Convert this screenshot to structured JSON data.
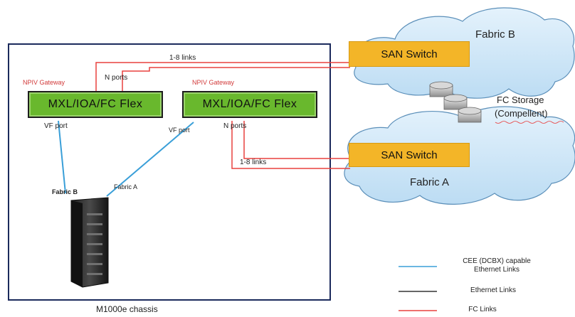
{
  "chassis": {
    "title": "M1000e chassis"
  },
  "modules": [
    {
      "label": "MXL/IOA/FC Flex",
      "gateway": "NPIV Gateway",
      "port": "VF port"
    },
    {
      "label": "MXL/IOA/FC Flex",
      "gateway": "NPIV Gateway",
      "port": "VF port"
    }
  ],
  "n_ports": [
    "N ports",
    "N ports"
  ],
  "links": [
    "1-8 links",
    "1-8 links"
  ],
  "switches": [
    {
      "label": "SAN Switch"
    },
    {
      "label": "SAN Switch"
    }
  ],
  "fabrics": {
    "top": "Fabric B",
    "bottom": "Fabric A"
  },
  "server": {
    "fabric_b": "Fabric B",
    "fabric_a": "Fabric A"
  },
  "storage": {
    "line1": "FC Storage",
    "line2": "(Compellent)"
  },
  "legend": {
    "cee_line1": "CEE (DCBX) capable",
    "cee_line2": "Ethernet Links",
    "ethernet": "Ethernet Links",
    "fc": "FC Links"
  },
  "colors": {
    "cee": "#3a9fd8",
    "ethernet": "#333333",
    "fc": "#e8403f",
    "module": "#69b82d",
    "switch": "#f3b528",
    "cloud": "#cfe7f8",
    "chassis_border": "#1b2a5c"
  }
}
